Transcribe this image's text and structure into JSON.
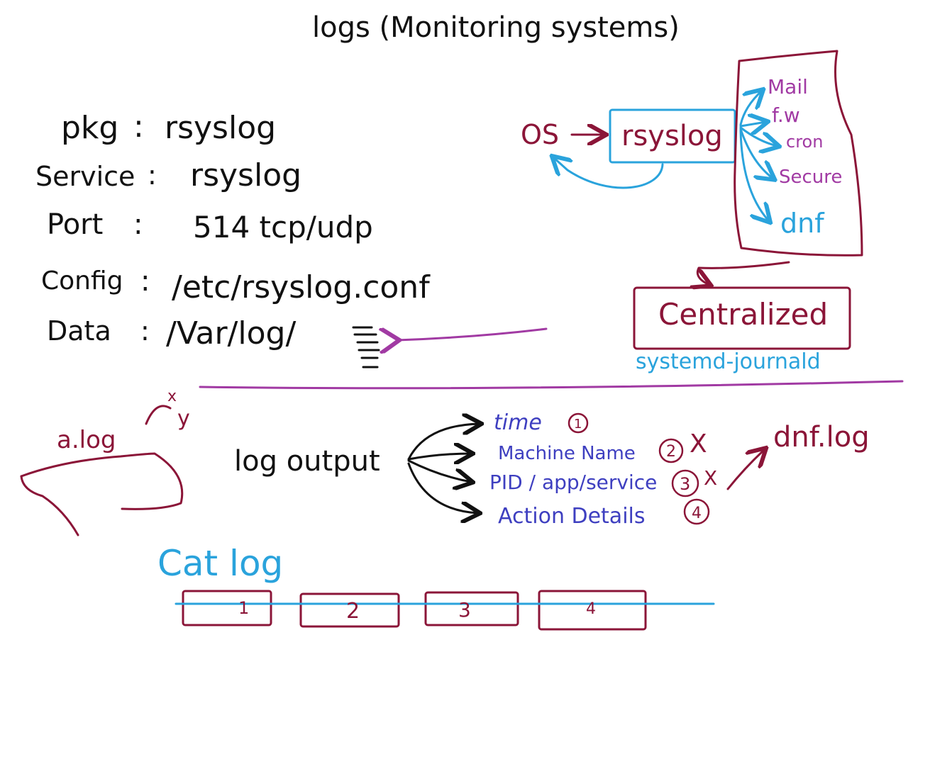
{
  "title": "logs (Monitoring systems)",
  "facts": [
    {
      "key": "pkg",
      "sep": ":",
      "value": "rsyslog"
    },
    {
      "key": "Service",
      "sep": ":",
      "value": "rsyslog"
    },
    {
      "key": "Port",
      "sep": ":",
      "value": "514 tcp/udp"
    },
    {
      "key": "Config",
      "sep": ":",
      "value": "/etc/rsyslog.conf"
    },
    {
      "key": "Data",
      "sep": ":",
      "value": "/Var/log/"
    }
  ],
  "flow": {
    "source": "OS",
    "daemon": "rsyslog",
    "targets": [
      "Mail",
      "f.w",
      "cron",
      "Secure",
      "dnf"
    ],
    "centralized": "Centralized",
    "centralized_note": "systemd-journald"
  },
  "log_example": {
    "name": "a.log",
    "marks": [
      "x",
      "y"
    ]
  },
  "log_output": {
    "label": "log output",
    "fields": [
      {
        "text": "time",
        "num": "1",
        "mark": ""
      },
      {
        "text": "Machine Name",
        "num": "2",
        "mark": "X"
      },
      {
        "text": "PID / app/service",
        "num": "3",
        "mark": "X"
      },
      {
        "text": "Action Details",
        "num": "4",
        "mark": ""
      }
    ],
    "related_file": "dnf.log"
  },
  "cat": {
    "command": "Cat log",
    "boxes": [
      "1",
      "2",
      "3",
      "4"
    ]
  },
  "colors": {
    "black": "#111111",
    "maroon": "#8b1538",
    "purple": "#a13aa3",
    "blue": "#2aa3dc",
    "indigo": "#3e3fc0"
  }
}
